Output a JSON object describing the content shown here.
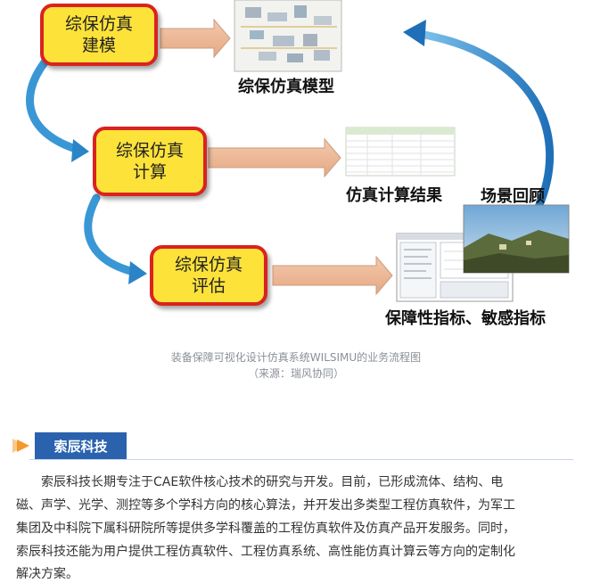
{
  "diagram": {
    "steps": [
      {
        "line1": "综保仿真",
        "line2": "建模"
      },
      {
        "line1": "综保仿真",
        "line2": "计算"
      },
      {
        "line1": "综保仿真",
        "line2": "评估"
      }
    ],
    "outputs": [
      "综保仿真模型",
      "仿真计算结果",
      "保障性指标、敏感指标"
    ],
    "scene_label": "场景回顾"
  },
  "caption": {
    "line1": "装备保障可视化设计仿真系统WILSIMU的业务流程图",
    "line2": "（来源：瑞风协同）"
  },
  "section": {
    "title": "索辰科技",
    "paragraph_lines": [
      "索辰科技长期专注于CAE软件核心技术的研究与开发。目前，已形成流体、结构、电",
      "磁、声学、光学、测控等多个学科方向的核心算法，并开发出多类型工程仿真软件，为军工",
      "集团及中科院下属科研院所等提供多学科覆盖的工程仿真软件及仿真产品开发服务。同时，",
      "索辰科技还能为用户提供工程仿真软件、工程仿真系统、高性能仿真计算云等方向的定制化",
      "解决方案。"
    ]
  },
  "colors": {
    "box_fill": "#fde23a",
    "box_border": "#d9231f",
    "arrow_blue": "#2b84c8",
    "section_blue": "#2a62ad",
    "marker_orange": "#f39a2b"
  }
}
